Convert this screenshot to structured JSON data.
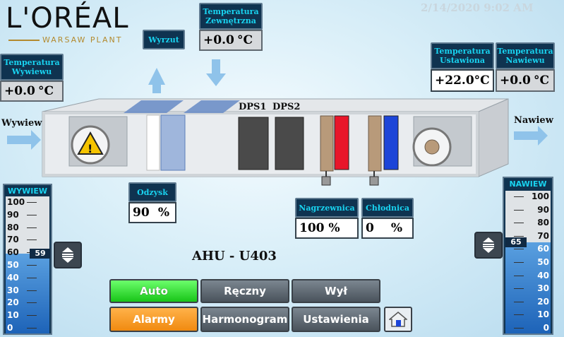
{
  "logo": {
    "brand": "L'ORÉAL",
    "plant": "WARSAW PLANT"
  },
  "datetime": "2/14/2020 9:02 AM",
  "labels": {
    "wyrzut": "Wyrzut",
    "temp_zewn_l1": "Temperatura",
    "temp_zewn_l2": "Zewnętrzna",
    "temp_wyw_l1": "Temperatura",
    "temp_wyw_l2": "Wywiewu",
    "temp_ust_l1": "Temperatura",
    "temp_ust_l2": "Ustawiona",
    "temp_naw_l1": "Temperatura",
    "temp_naw_l2": "Nawiewu",
    "odzysk": "Odzysk",
    "nagrzewnica": "Nagrzewnica",
    "chlodnica": "Chłodnica",
    "wywiew": "Wywiew",
    "nawiew": "Nawiew",
    "dps1": "DPS1",
    "dps2": "DPS2"
  },
  "values": {
    "temp_zewn": "+0.0",
    "temp_wyw": "+0.0",
    "temp_ust": "+22.0",
    "temp_naw": "+0.0",
    "unit_c": "°C",
    "odzysk": "90",
    "nagrzewnica": "100 %",
    "chlodnica": "0",
    "unit_pct": "%"
  },
  "ahu_title": "AHU - U403",
  "buttons": {
    "auto": "Auto",
    "reczny": "Ręczny",
    "wyl": "Wył",
    "alarmy": "Alarmy",
    "harmonogram": "Harmonogram",
    "ustawienia": "Ustawienia"
  },
  "gauges": {
    "wywiew": {
      "title": "WYWIEW",
      "value": 59,
      "display": "59",
      "min": 0,
      "max": 100
    },
    "nawiew": {
      "title": "NAWIEW",
      "value": 65,
      "display": "65",
      "min": 0,
      "max": 100
    },
    "ticks": [
      "100",
      "90",
      "80",
      "70",
      "60",
      "50",
      "40",
      "30",
      "20",
      "10",
      "0"
    ]
  },
  "colors": {
    "label_bg": "#0f3350",
    "label_text": "#19d3f0",
    "heater": "#e8162a",
    "cooler": "#1c45d8",
    "auto": "#22cc22",
    "alarm": "#f5941c"
  }
}
